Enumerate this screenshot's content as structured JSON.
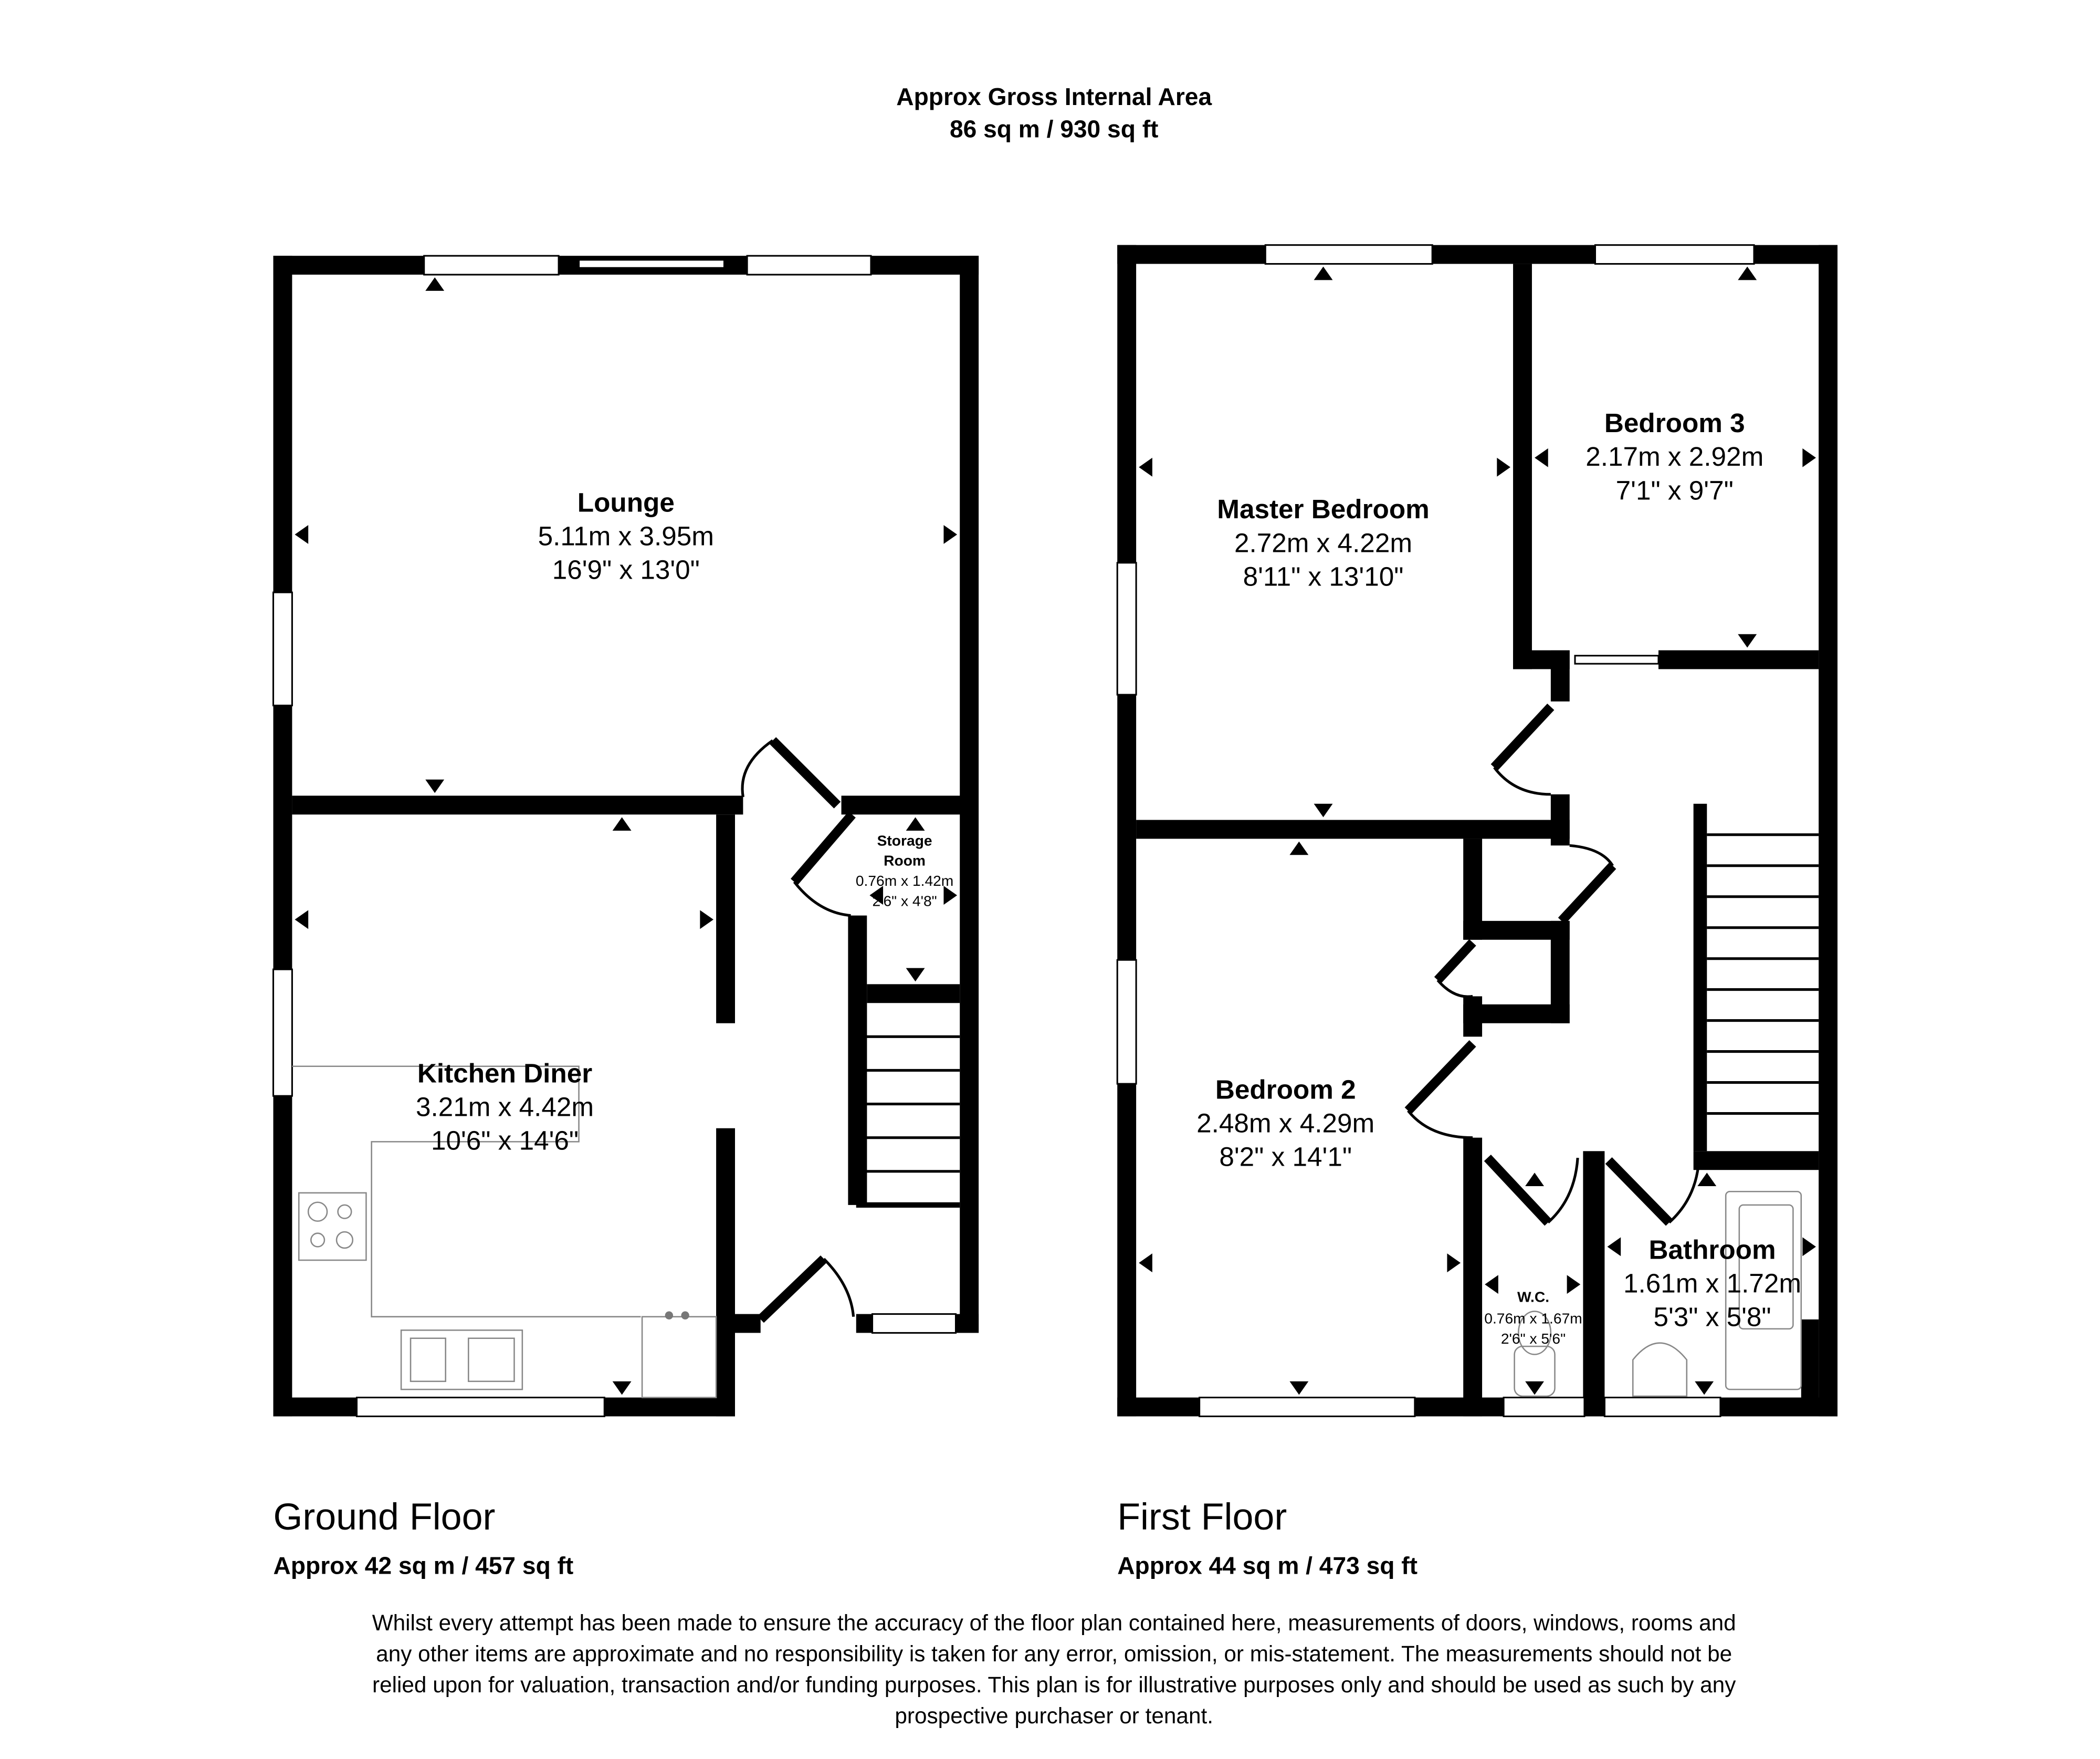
{
  "header": {
    "title": "Approx Gross Internal Area",
    "area": "86 sq m / 930 sq ft"
  },
  "ground_floor": {
    "label": "Ground Floor",
    "area": "Approx 42 sq m / 457 sq ft",
    "rooms": {
      "lounge": {
        "name": "Lounge",
        "metric": "5.11m x 3.95m",
        "imperial": "16'9\" x 13'0\""
      },
      "kitchen": {
        "name": "Kitchen Diner",
        "metric": "3.21m x 4.42m",
        "imperial": "10'6\" x 14'6\""
      },
      "storage": {
        "name1": "Storage",
        "name2": "Room",
        "metric": "0.76m x 1.42m",
        "imperial": "2'6\" x 4'8\""
      }
    }
  },
  "first_floor": {
    "label": "First Floor",
    "area": "Approx 44 sq m / 473 sq ft",
    "rooms": {
      "master": {
        "name": "Master Bedroom",
        "metric": "2.72m x 4.22m",
        "imperial": "8'11\" x 13'10\""
      },
      "bed3": {
        "name": "Bedroom 3",
        "metric": "2.17m x 2.92m",
        "imperial": "7'1\" x 9'7\""
      },
      "bed2": {
        "name": "Bedroom 2",
        "metric": "2.48m x 4.29m",
        "imperial": "8'2\" x 14'1\""
      },
      "wc": {
        "name": "W.C.",
        "metric": "0.76m x 1.67m",
        "imperial": "2'6\" x 5'6\""
      },
      "bath": {
        "name": "Bathroom",
        "metric": "1.61m x 1.72m",
        "imperial": "5'3\" x 5'8\""
      }
    }
  },
  "disclaimer": [
    "Whilst every attempt has been made to ensure the accuracy of the floor plan contained here, measurements of doors, windows, rooms and",
    "any other items are approximate and no responsibility is taken for any error, omission, or mis-statement. The measurements should not be",
    "relied upon for valuation, transaction and/or funding purposes. This plan is for illustrative purposes only and should be used as such by any",
    "prospective purchaser or tenant."
  ]
}
